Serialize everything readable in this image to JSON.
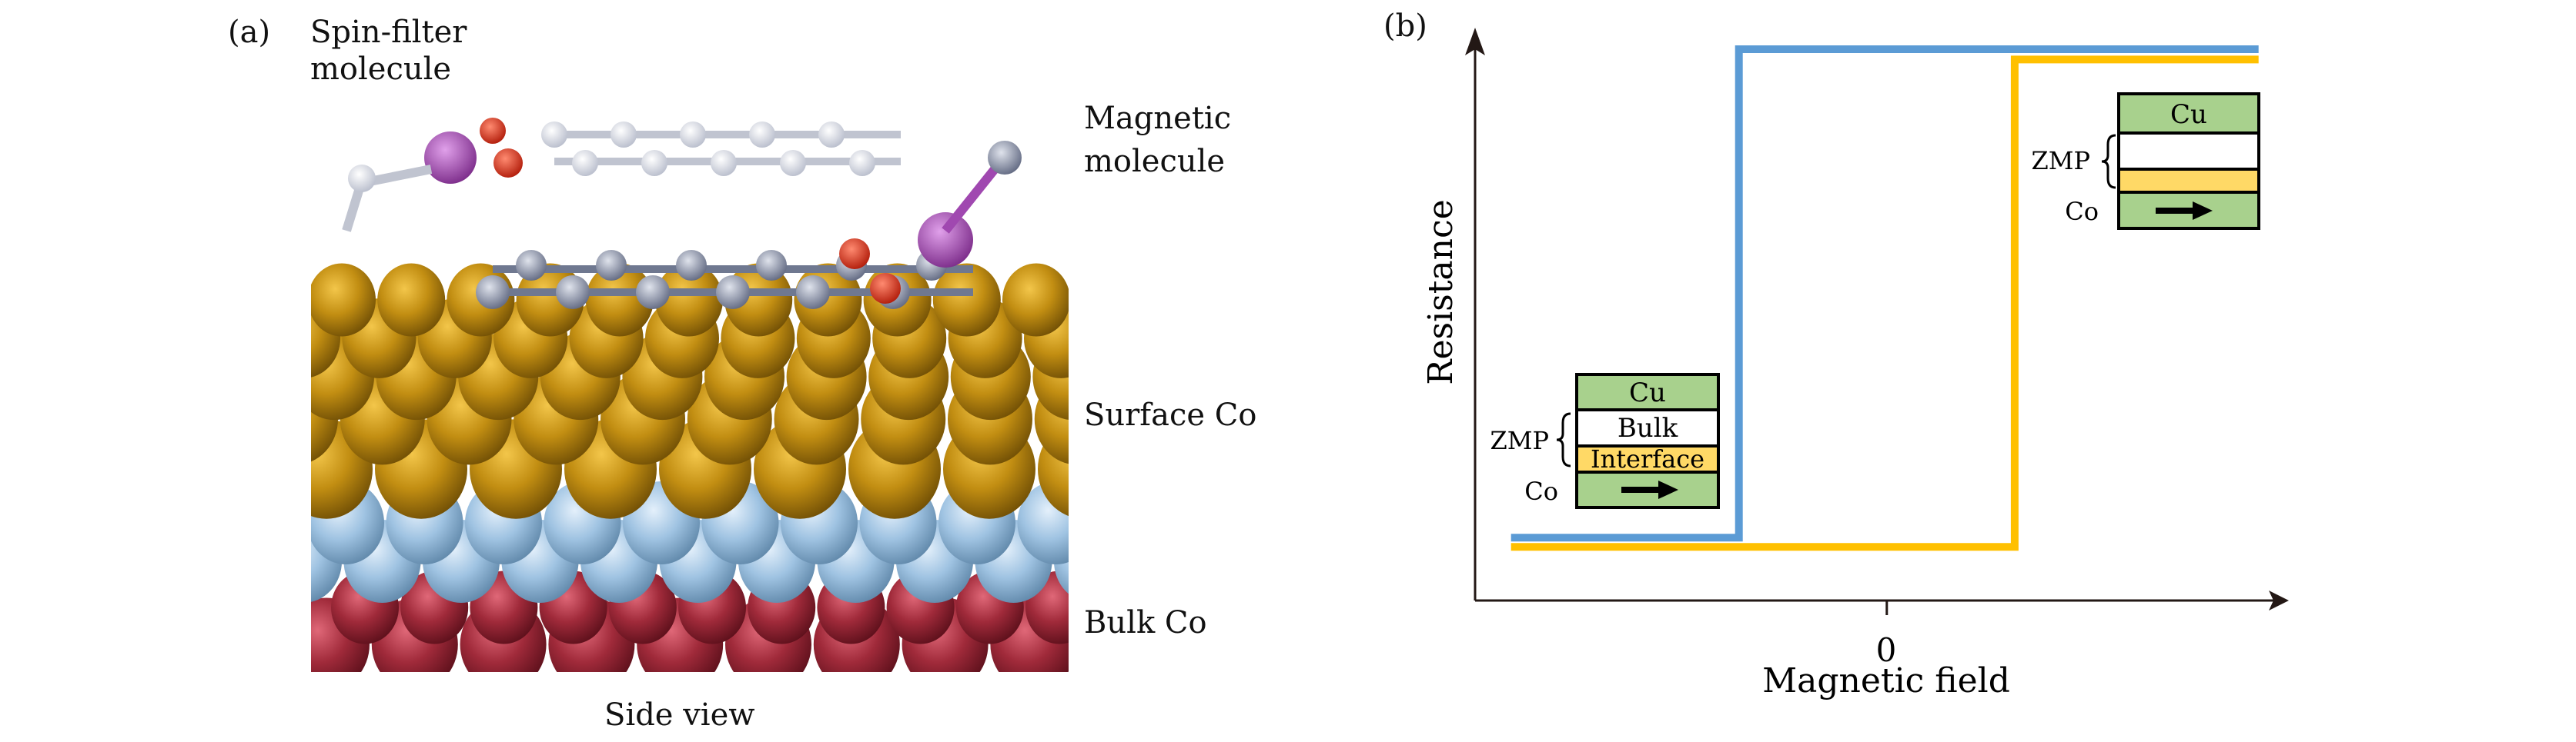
{
  "panel_a": {
    "label": "(a)",
    "title_line1": "Spin-filter",
    "title_line2": "molecule",
    "magnetic_line1": "Magnetic",
    "magnetic_line2": "molecule",
    "surface_co": "Surface Co",
    "bulk_co": "Bulk Co",
    "caption": "Side view",
    "colors": {
      "surface": "#c28e12",
      "interface": "#9fc3e2",
      "bulk": "#a02a3a",
      "molecule": "#8a93a8",
      "oxygen": "#e0301e",
      "metal": "#a048b0"
    }
  },
  "panel_b": {
    "label": "(b)",
    "inset_left": {
      "zmp": "ZMP",
      "top": "Cu",
      "bulk": "Bulk",
      "interface": "Interface",
      "bottom": "Co"
    },
    "inset_right": {
      "zmp": "ZMP",
      "top": "Cu",
      "bottom": "Co"
    },
    "colors": {
      "cu": "#a8d18d",
      "interface": "#ffd966",
      "blue": "#5b9bd5",
      "yellow": "#ffc000"
    }
  },
  "chart_data": {
    "type": "line",
    "title": "",
    "xlabel": "Magnetic field",
    "ylabel": "Resistance",
    "xticks": [
      {
        "value": 0,
        "label": "0"
      }
    ],
    "xlim": [
      -1.03,
      1.0
    ],
    "ylim": [
      0,
      1
    ],
    "grid": false,
    "series": [
      {
        "name": "blue",
        "color": "#5b9bd5",
        "x": [
          -0.94,
          -0.37,
          -0.37,
          0.93
        ],
        "y": [
          0.11,
          0.11,
          0.965,
          0.965
        ]
      },
      {
        "name": "yellow",
        "color": "#ffc000",
        "x": [
          -0.94,
          0.32,
          0.32,
          0.93
        ],
        "y": [
          0.094,
          0.094,
          0.947,
          0.947
        ]
      }
    ]
  }
}
